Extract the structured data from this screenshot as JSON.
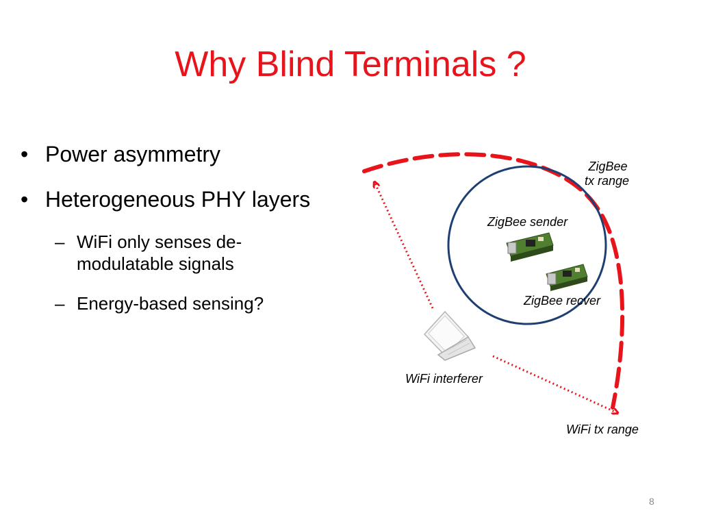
{
  "slide": {
    "title": "Why Blind Terminals ?",
    "page_number": "8"
  },
  "bullets": [
    {
      "marker": "•",
      "text": "Power asymmetry"
    },
    {
      "marker": "•",
      "text": "Heterogeneous PHY layers"
    }
  ],
  "sub_bullets": [
    {
      "marker": "–",
      "text": "WiFi only senses de-modulatable signals"
    },
    {
      "marker": "–",
      "text": "Energy-based sensing?"
    }
  ],
  "diagram": {
    "zigbee_tx_range_label_line1": "ZigBee",
    "zigbee_tx_range_label_line2": "tx range",
    "zigbee_sender_label": "ZigBee sender",
    "zigbee_recver_label": "ZigBee recver",
    "wifi_interferer_label": "WiFi interferer",
    "wifi_tx_range_label": "WiFi tx range",
    "colors": {
      "title": "#e8141b",
      "range_arc": "#e8141b",
      "zigbee_circle": "#1f3f73",
      "pcb_board": "#4f7f2f"
    }
  }
}
